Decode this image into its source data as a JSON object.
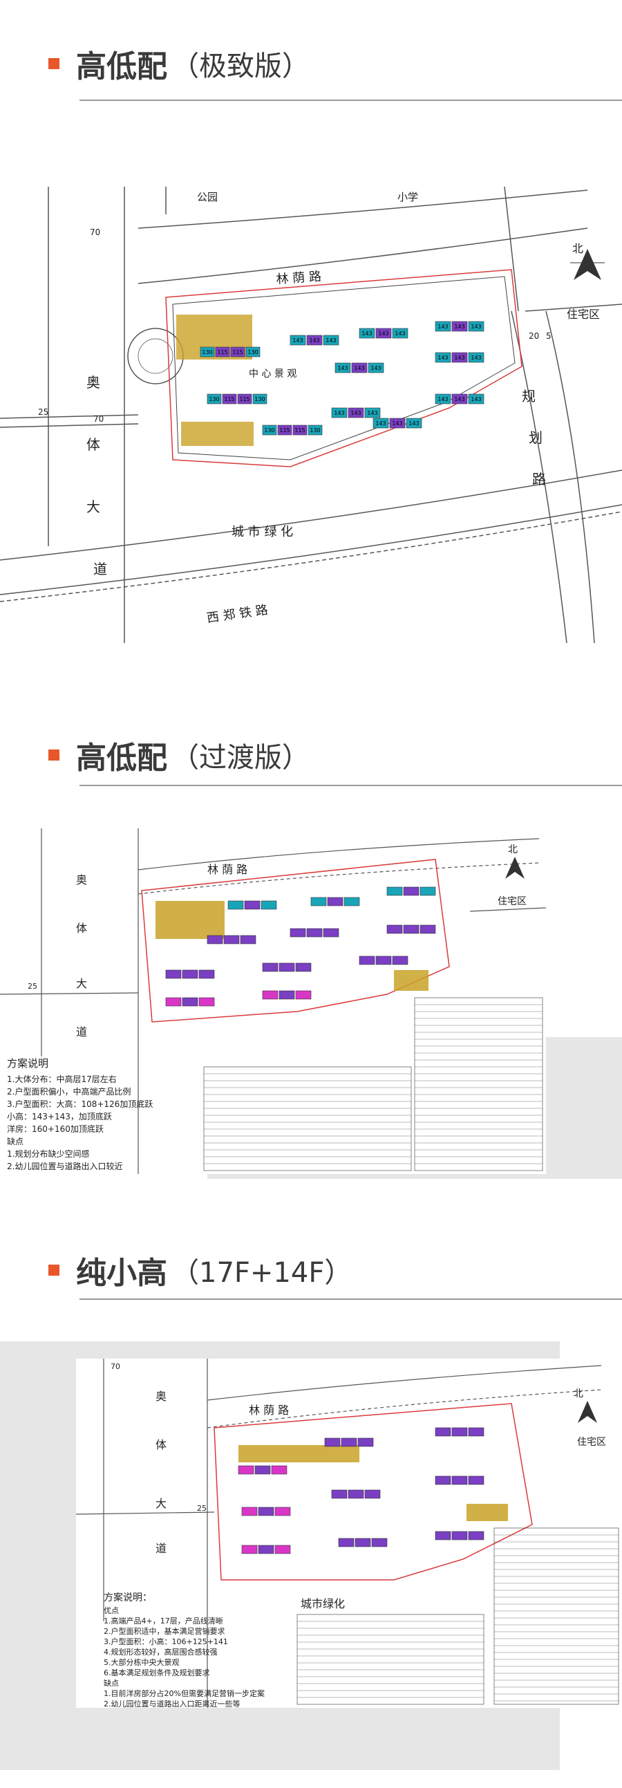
{
  "sections": [
    {
      "title": "高低配",
      "subtitle": "（极致版）"
    },
    {
      "title": "高低配",
      "subtitle": "（过渡版）"
    },
    {
      "title": "纯小高",
      "subtitle": "（17F+14F）"
    }
  ],
  "plan1": {
    "park": "公园",
    "school": "小学",
    "road_north": "林 荫 路",
    "road_west": [
      "奥",
      "体",
      "大",
      "道"
    ],
    "road_east": [
      "规",
      "划",
      "路"
    ],
    "residential": "住宅区",
    "north": "北",
    "green": "城 市 绿 化",
    "railway": "西 郑 铁 路",
    "center": "中 心 景 观",
    "dim70": "70",
    "dim25": "25",
    "dim20": "20",
    "dim5": "5",
    "units": [
      "130",
      "115",
      "130",
      "143",
      "143",
      "143",
      "143",
      "143",
      "143",
      "143",
      "143",
      "143",
      "143",
      "143",
      "143"
    ]
  },
  "plan2": {
    "road_north": "林 荫 路",
    "road_west": [
      "奥",
      "体",
      "大",
      "道"
    ],
    "residential": "住宅区",
    "north": "北",
    "dim25": "25",
    "notes_title": "方案说明",
    "notes": [
      "1.大体分布：中高层17层左右",
      "2.户型面积偏小，中高端产品比例",
      "3.户型面积：大高：108+126加顶底跃",
      "小高：143+143，加顶底跃",
      "洋房：160+160加顶底跃",
      "缺点",
      "1.规划分布缺少空间感",
      "2.幼儿园位置与道路出入口较近"
    ]
  },
  "plan3": {
    "dim70": "70",
    "dim25": "25",
    "road_north": "林 荫 路",
    "road_west": [
      "奥",
      "体",
      "大",
      "道"
    ],
    "residential": "住宅区",
    "north": "北",
    "green": "城市绿化",
    "notes_title": "方案说明：",
    "notes": [
      "优点",
      "1.高端产品4+，17层，产品线清晰",
      "2.户型面积适中，基本满足营销要求",
      "3.户型面积：小高：106+125+141",
      "4.规划形态较好，高层围合感较强",
      "5.大部分栋中央大景观",
      "6.基本满足规划条件及规划要求",
      "缺点",
      "1.目前洋房部分占20%但需要满足营销一步定案",
      "2.幼儿园位置与道路出入口距离近一些等"
    ]
  },
  "colors": {
    "accent": "#e8562a",
    "teal": "#1aa4b8",
    "gold": "#c9a227",
    "purple": "#7a3fc2",
    "magenta": "#d936c8",
    "site_red": "#d93a3a"
  }
}
